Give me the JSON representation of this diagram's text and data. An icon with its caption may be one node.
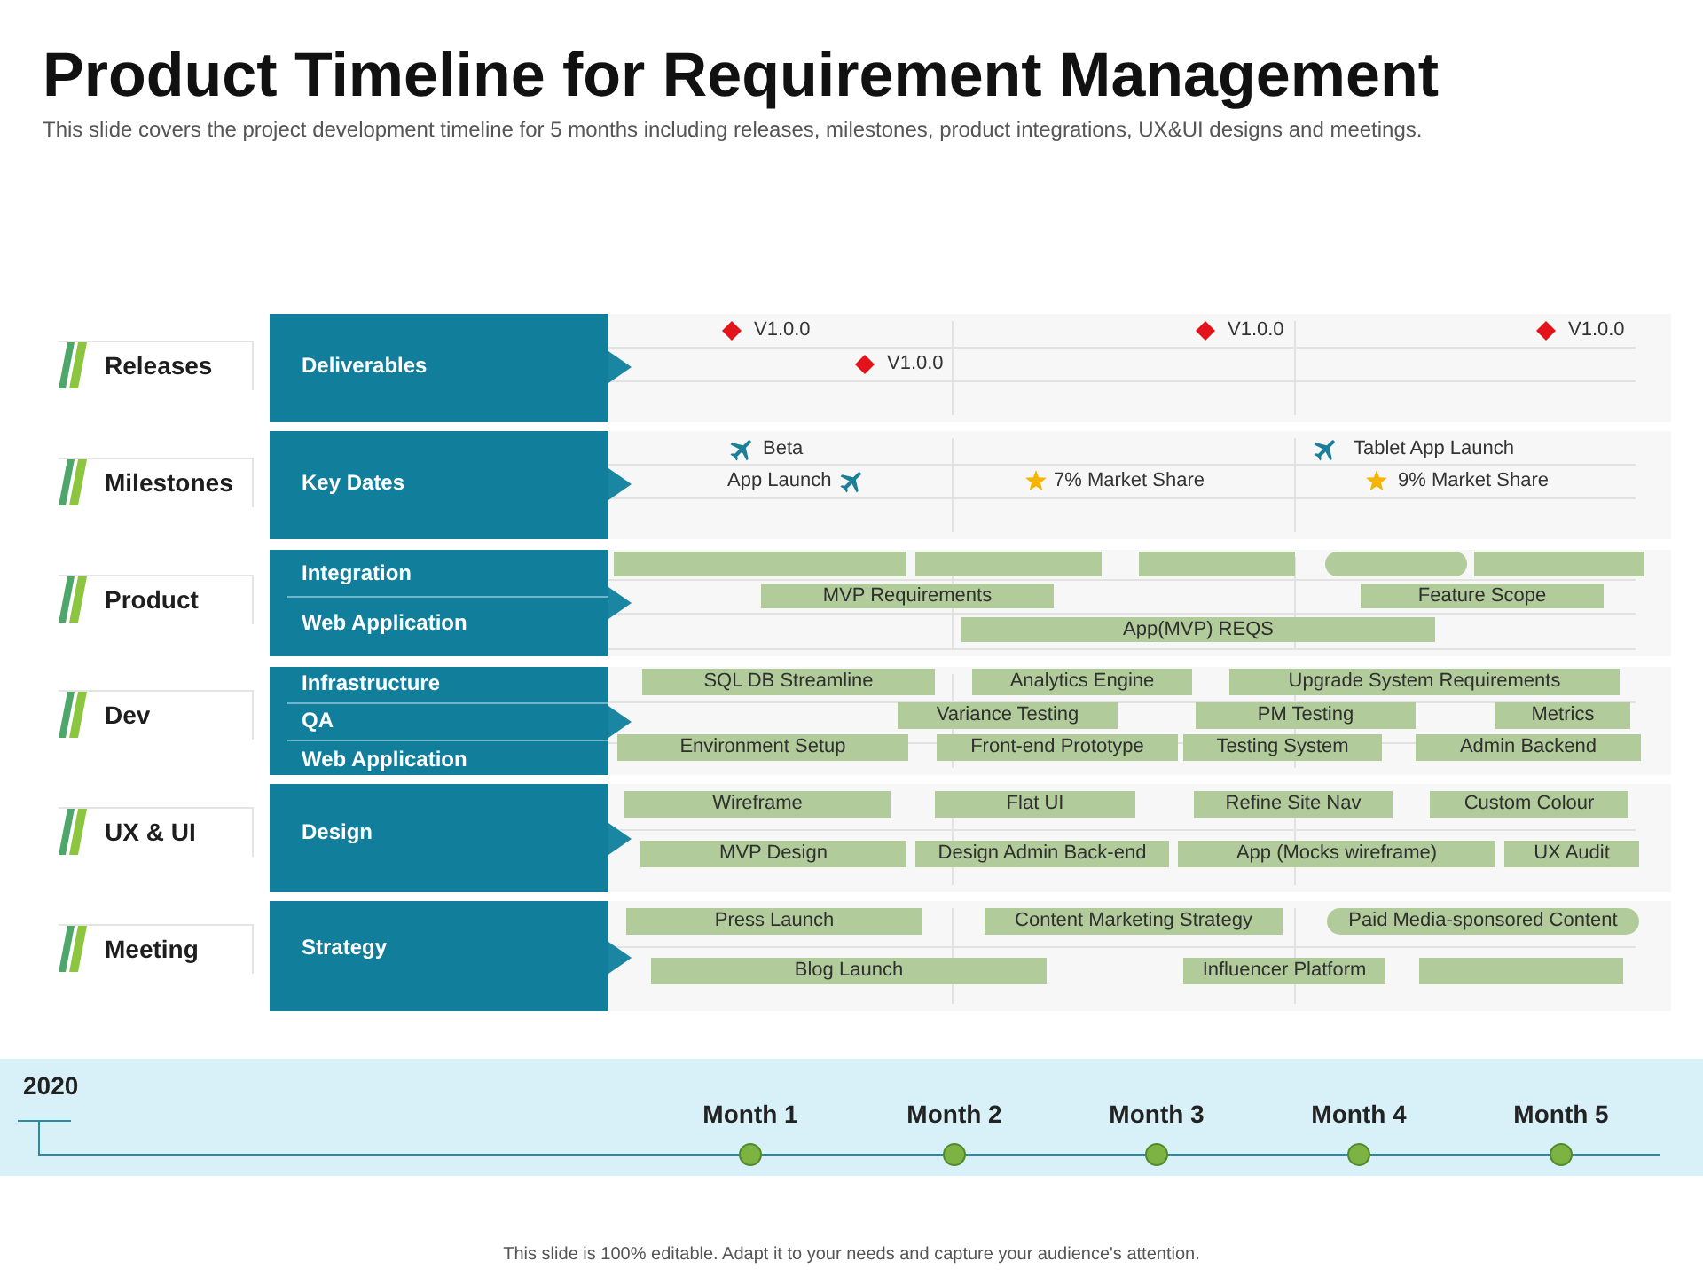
{
  "diagram": {
    "title": "Product Timeline for Requirement Management",
    "nodes": [
      {
        "text": [
          "Releases"
        ]
      },
      {
        "text": [
          "Deliverables"
        ]
      },
      {
        "text": [
          "Milestones"
        ]
      },
      {
        "text": [
          "Key Dates"
        ]
      },
      {
        "text": [
          "Product"
        ]
      },
      {
        "text": [
          "Integration",
          "Web Application"
        ]
      },
      {
        "text": [],
        "shape": "bar"
      },
      {
        "text": [],
        "shape": "bar"
      },
      {
        "text": [],
        "shape": "bar"
      },
      {
        "text": [],
        "shape": "bar"
      },
      {
        "text": [],
        "shape": "bar"
      },
      {
        "text": [
          "MVP Requirements"
        ]
      },
      {
        "text": [
          "Feature Scope"
        ]
      },
      {
        "text": [
          "App(MVP) REQS"
        ]
      },
      {
        "text": [
          "Dev"
        ]
      },
      {
        "text": [
          "Infrastructure",
          "QA",
          "Web Application"
        ]
      },
      {
        "text": [
          "SQL DB Streamline"
        ]
      },
      {
        "text": [
          "Analytics Engine"
        ]
      },
      {
        "text": [
          "Upgrade System Requirements"
        ]
      },
      {
        "text": [
          "Variance Testing"
        ]
      },
      {
        "text": [
          "PM Testing"
        ]
      },
      {
        "text": [
          "Metrics"
        ]
      },
      {
        "text": [
          "Environment Setup"
        ]
      },
      {
        "text": [
          "Front-end Prototype"
        ]
      },
      {
        "text": [
          "Testing System"
        ]
      },
      {
        "text": [
          "Admin Backend"
        ]
      },
      {
        "text": [
          "UX & UI"
        ]
      },
      {
        "text": [
          "Design"
        ]
      },
      {
        "text": [
          "Wireframe"
        ]
      },
      {
        "text": [
          "Flat UI"
        ]
      },
      {
        "text": [
          "Refine Site Nav"
        ]
      },
      {
        "text": [
          "Custom Colour"
        ]
      },
      {
        "text": [
          "MVP Design"
        ]
      },
      {
        "text": [
          "Design Admin Back-end"
        ]
      },
      {
        "text": [
          "App (Mocks wireframe)"
        ]
      },
      {
        "text": [
          "UX Audit"
        ]
      },
      {
        "text": [
          "Meeting"
        ]
      },
      {
        "text": [
          "Strategy"
        ]
      },
      {
        "text": [
          "Press Launch"
        ]
      },
      {
        "text": [
          "Content Marketing Strategy"
        ]
      },
      {
        "text": [
          "Paid Media-sponsored Content"
        ]
      },
      {
        "text": [
          "Blog Launch"
        ]
      },
      {
        "text": [
          "Influencer Platform"
        ]
      },
      {
        "text": [],
        "shape": "bar"
      }
    ],
    "labels": [
      "This slide covers the project development timeline for 5 months including releases, milestones, product integrations, UX&UI designs and meetings.",
      "V1.0.0",
      "V1.0.0",
      "V1.0.0",
      "V1.0.0",
      "Beta",
      "Tablet App Launch",
      "App Launch",
      "7% Market Share",
      "9% Market Share",
      "2020",
      "Month 1",
      "Month 2",
      "Month 3",
      "Month 4",
      "Month 5",
      "This slide is 100% editable. Adapt it to your needs and capture your audience's attention."
    ]
  }
}
